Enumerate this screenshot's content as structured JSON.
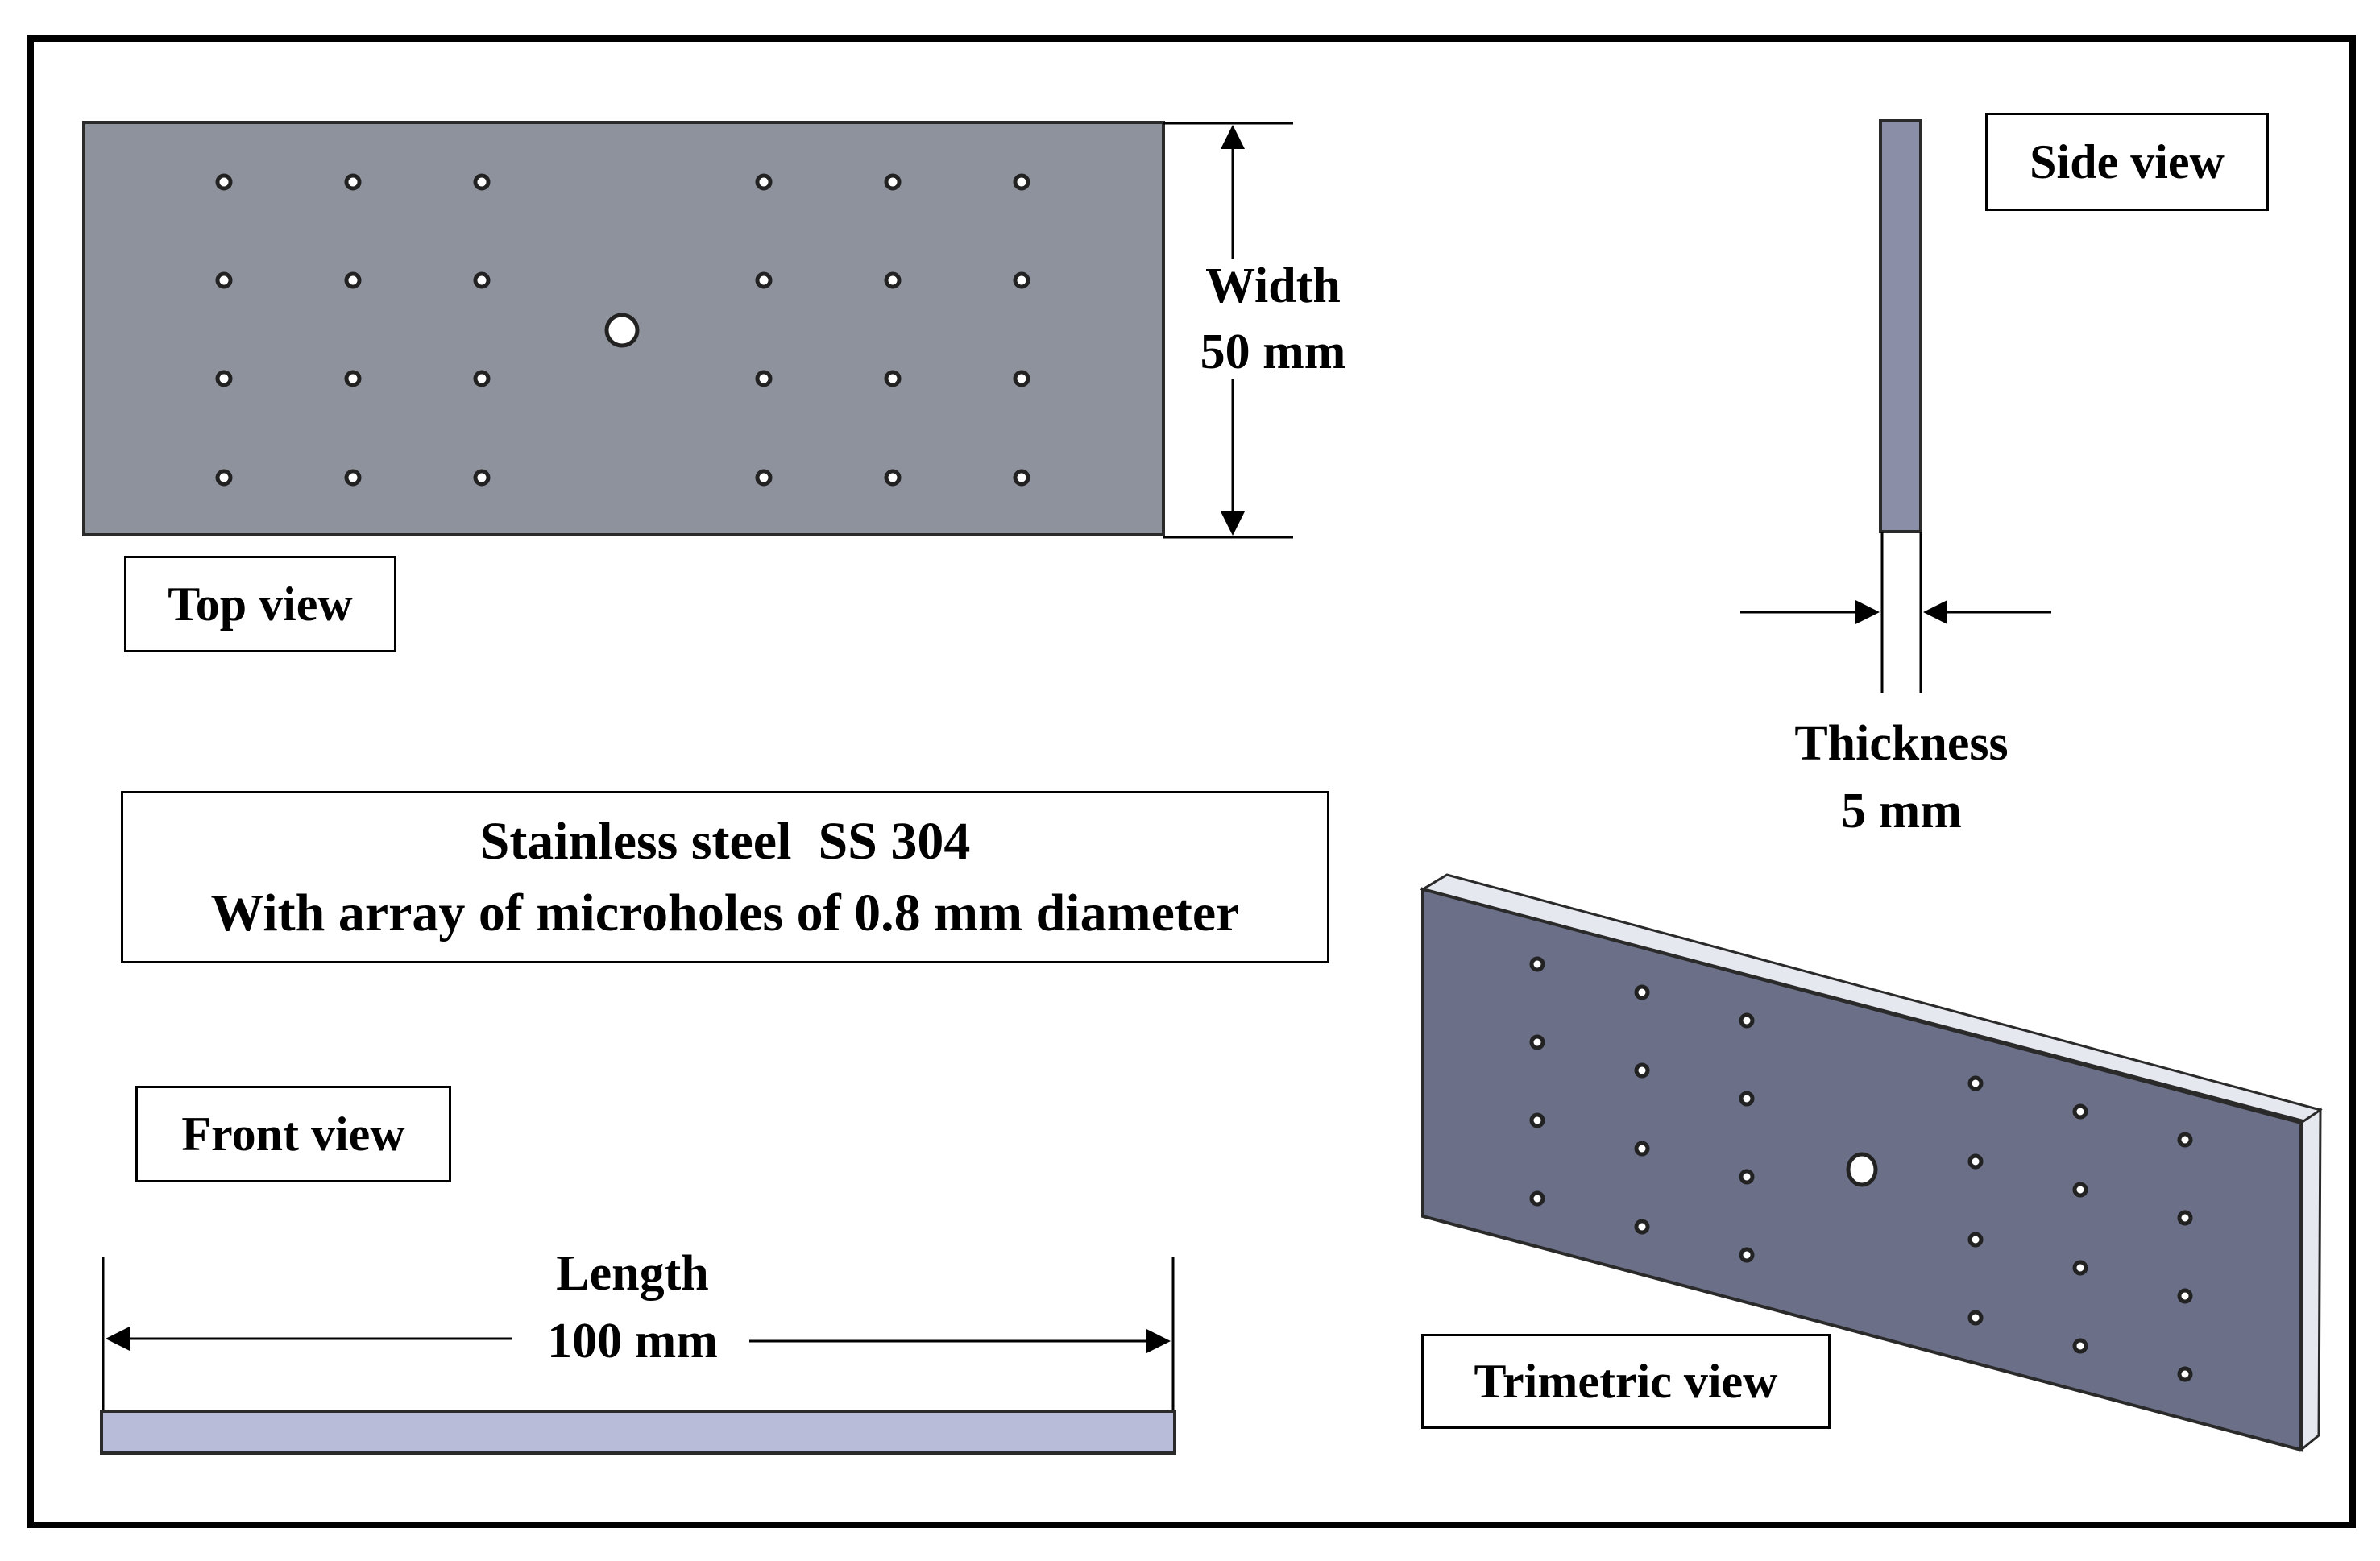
{
  "labels": {
    "top_view": "Top view",
    "side_view": "Side view",
    "front_view": "Front view",
    "trimetric_view": "Trimetric view"
  },
  "material": {
    "line1": "Stainless steel  SS 304",
    "line2": "With array of microholes of 0.8 mm diameter"
  },
  "dimensions": {
    "width_label": "Width",
    "width_value": "50 mm",
    "thickness_label": "Thickness",
    "thickness_value": "5 mm",
    "length_label": "Length",
    "length_value": "100 mm"
  },
  "colors": {
    "top_plate": "#8e929c",
    "side_plate": "#8a8ea6",
    "front_plate": "#b8bcd8",
    "trimetric_face": "#6b7088",
    "trimetric_edge": "#e6e8f0",
    "hole": "#222222",
    "frame": "#000000"
  }
}
